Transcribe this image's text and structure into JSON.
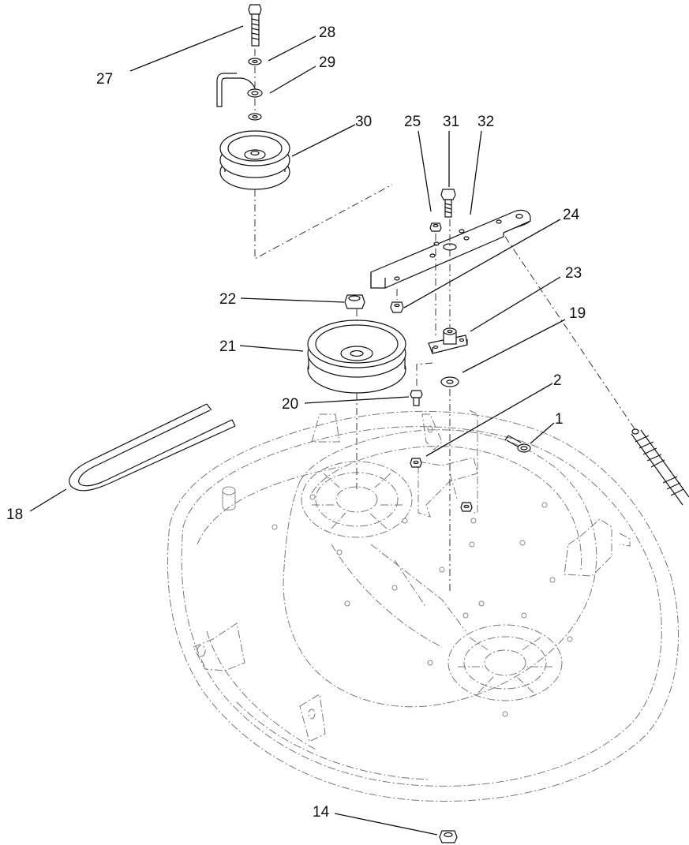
{
  "diagram": {
    "callouts": [
      {
        "id": "27",
        "label": "27"
      },
      {
        "id": "28",
        "label": "28"
      },
      {
        "id": "29",
        "label": "29"
      },
      {
        "id": "30",
        "label": "30"
      },
      {
        "id": "25",
        "label": "25"
      },
      {
        "id": "31",
        "label": "31"
      },
      {
        "id": "32",
        "label": "32"
      },
      {
        "id": "24",
        "label": "24"
      },
      {
        "id": "22",
        "label": "22"
      },
      {
        "id": "23",
        "label": "23"
      },
      {
        "id": "21",
        "label": "21"
      },
      {
        "id": "19",
        "label": "19"
      },
      {
        "id": "2",
        "label": "2"
      },
      {
        "id": "1",
        "label": "1"
      },
      {
        "id": "20",
        "label": "20"
      },
      {
        "id": "18",
        "label": "18"
      },
      {
        "id": "14",
        "label": "14"
      }
    ]
  }
}
